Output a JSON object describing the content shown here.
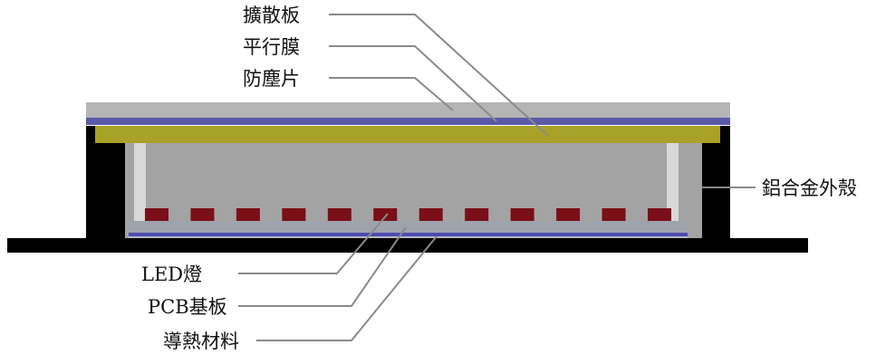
{
  "labels": {
    "diffuser": "擴散板",
    "brightness_film": "平行膜",
    "dust_film": "防塵片",
    "aluminum_housing": "鋁合金外殼",
    "led": "LED燈",
    "pcb": "PCB基板",
    "thermal": "導熱材料"
  },
  "led_count": 12,
  "colors": {
    "housing": "#000000",
    "diffuser_plate": "#b5b5b5",
    "film_blue": "#5a5aa8",
    "dust_film": "#a8a228",
    "cavity": "#a3a3a3",
    "led": "#7a0f18",
    "pcb": "#9ea3ad",
    "thermal": "#4b4bb0",
    "leader_line": "#8a8a8a"
  }
}
